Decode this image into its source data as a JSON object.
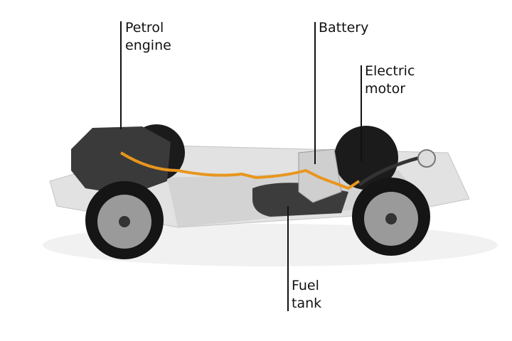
{
  "labels": {
    "petrol_engine": [
      "Petrol",
      "engine"
    ],
    "battery": [
      "Battery"
    ],
    "electric_motor": [
      "Electric",
      "motor"
    ],
    "fuel_tank": [
      "Fuel",
      "tank"
    ]
  },
  "colors": {
    "cable": "#e8961e",
    "tire": "#151515",
    "frame": "#d8d8d8",
    "text": "#111111"
  }
}
